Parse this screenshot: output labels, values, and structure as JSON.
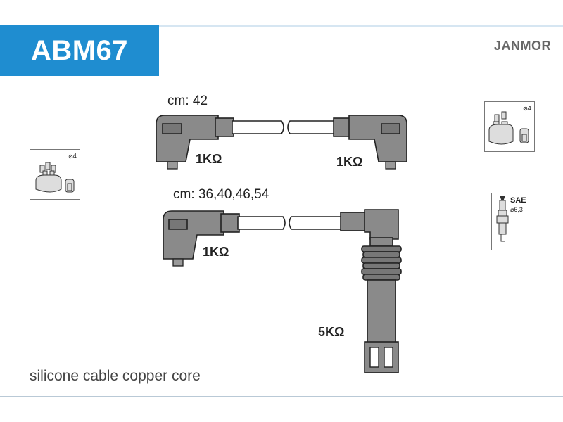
{
  "header": {
    "part_code": "ABM67",
    "brand": "JANMOR",
    "accent_color": "#1f8dd0"
  },
  "set_1": {
    "length_label": "cm: 42",
    "resistance_left": "1KΩ",
    "resistance_right": "1KΩ"
  },
  "set_2": {
    "length_label": "cm: 36,40,46,54",
    "resistance_left": "1KΩ",
    "resistance_coil": "5KΩ"
  },
  "icons": {
    "distributor_left": {
      "icon": "distributor-cap-icon",
      "diameter": "⌀4"
    },
    "distributor_right": {
      "icon": "distributor-cap-icon",
      "diameter": "⌀4"
    },
    "spark_plug": {
      "icon": "spark-plug-icon",
      "standard": "SAE",
      "diameter": "⌀6,3"
    }
  },
  "footer": {
    "description": "silicone cable copper core"
  }
}
